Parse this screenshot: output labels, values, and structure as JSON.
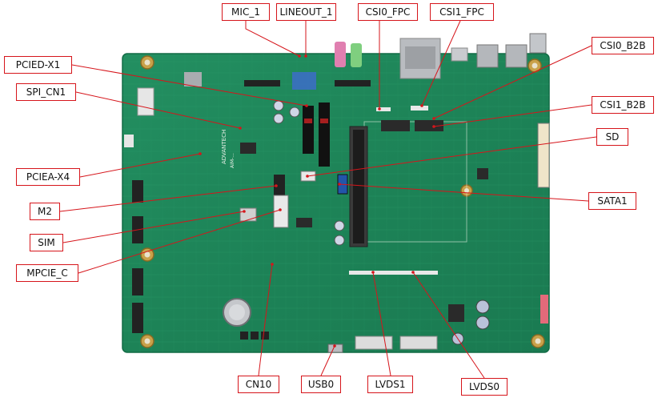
{
  "board_image": {
    "pcb_color": "#1f8a5c",
    "callout_border_color": "#d6151b",
    "leader_line_color": "#d6151b"
  },
  "labels": {
    "mic_1": "MIC_1",
    "lineout_1": "LINEOUT_1",
    "csi0_fpc": "CSI0_FPC",
    "csi1_fpc": "CSI1_FPC",
    "csi0_b2b": "CSI0_B2B",
    "pcied_x1": "PCIED-X1",
    "spi_cn1": "SPI_CN1",
    "csi1_b2b": "CSI1_B2B",
    "sd": "SD",
    "pciea_x4": "PCIEA-X4",
    "sata1": "SATA1",
    "m2": "M2",
    "sim": "SIM",
    "mpcie_c": "MPCIE_C",
    "cn10": "CN10",
    "usb0": "USB0",
    "lvds1": "LVDS1",
    "lvds0": "LVDS0"
  },
  "silkscreen": {
    "brand": "ADVANTECH",
    "model": "AIM-..."
  }
}
